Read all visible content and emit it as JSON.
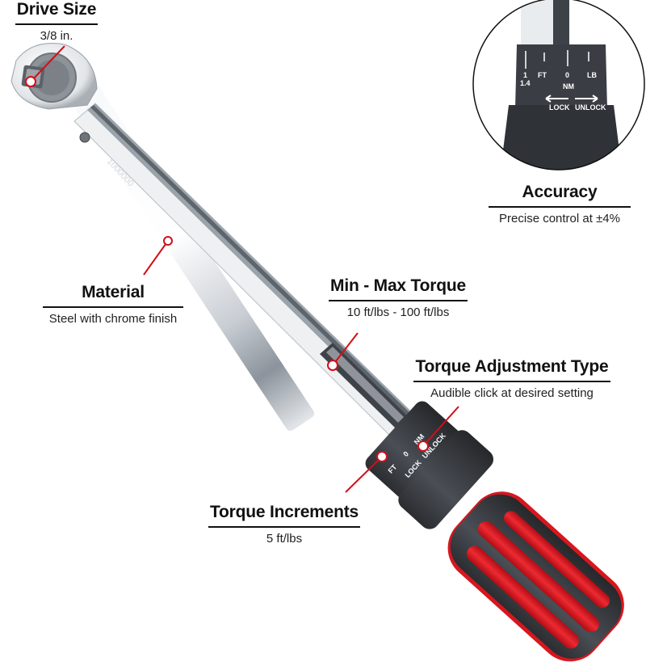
{
  "callouts": {
    "drive_size": {
      "title": "Drive Size",
      "value": "3/8 in."
    },
    "accuracy": {
      "title": "Accuracy",
      "value": "Precise control at ±4%"
    },
    "material": {
      "title": "Material",
      "value": "Steel with chrome finish"
    },
    "min_max_torque": {
      "title": "Min - Max Torque",
      "value": "10 ft/lbs - 100 ft/lbs"
    },
    "adjustment_type": {
      "title": "Torque Adjustment Type",
      "value": "Audible click at desired setting"
    },
    "increments": {
      "title": "Torque Increments",
      "value": "5 ft/lbs"
    }
  },
  "dial_markings": {
    "ft": "FT",
    "nm": "NM",
    "zero": "0",
    "one": "1",
    "one_four": "1.4",
    "lb": "LB",
    "lock": "LOCK",
    "unlock": "UNLOCK"
  },
  "colors": {
    "accent_red": "#d0101a",
    "grip_dark": "#3a3d42",
    "chrome": "#e6e9ec"
  }
}
